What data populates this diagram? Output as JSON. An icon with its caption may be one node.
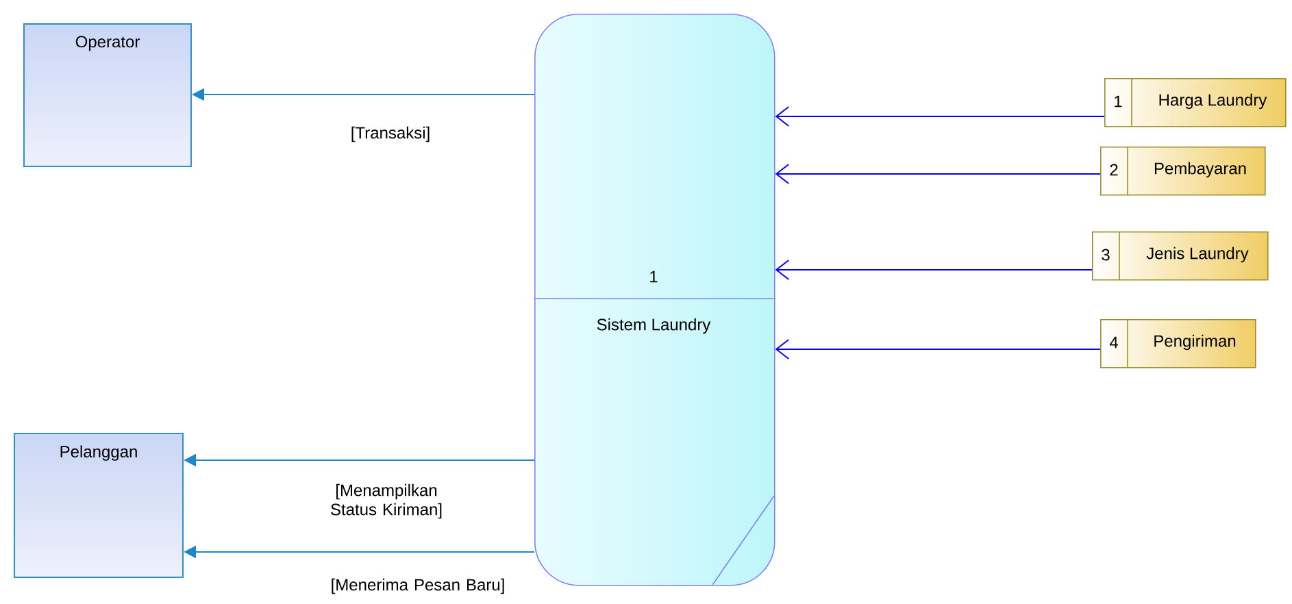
{
  "diagram": {
    "nodes": [
      {
        "text": [
          "Operator"
        ]
      },
      {
        "text": [
          "1",
          "Sistem Laundry"
        ]
      },
      {
        "text": [
          "Pelanggan"
        ]
      },
      {
        "text": [
          "1",
          "Harga Laundry"
        ]
      },
      {
        "text": [
          "2",
          "Pembayaran"
        ]
      },
      {
        "text": [
          "3",
          "Jenis Laundry"
        ]
      },
      {
        "text": [
          "4",
          "Pengiriman"
        ]
      }
    ],
    "edges": [
      {
        "from": 1,
        "to": 0,
        "arrow": "to",
        "label": "[Transaksi]",
        "color": "#1f86c7"
      },
      {
        "from": 1,
        "to": 2,
        "arrow": "to",
        "label": "[Menampilkan Status Kiriman]",
        "color": "#1f86c7"
      },
      {
        "from": 1,
        "to": 2,
        "arrow": "to",
        "label": "[Menerima Pesan Baru]",
        "color": "#1f86c7"
      },
      {
        "from": 3,
        "to": 1,
        "arrow": "to"
      },
      {
        "from": 4,
        "to": 1,
        "arrow": "to"
      },
      {
        "from": 5,
        "to": 1,
        "arrow": "to"
      },
      {
        "from": 6,
        "to": 1,
        "arrow": "to"
      }
    ]
  }
}
